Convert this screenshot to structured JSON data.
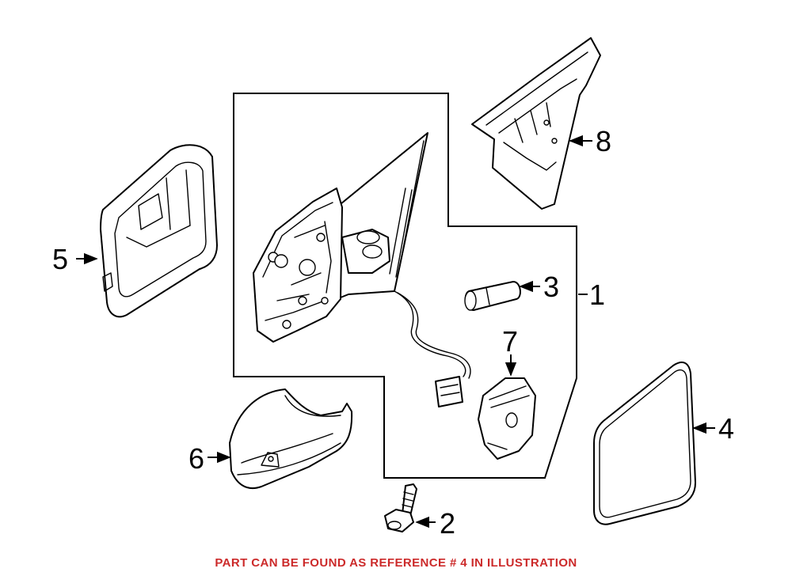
{
  "diagram": {
    "callouts": [
      {
        "id": "1",
        "label": "1"
      },
      {
        "id": "2",
        "label": "2"
      },
      {
        "id": "3",
        "label": "3"
      },
      {
        "id": "4",
        "label": "4"
      },
      {
        "id": "5",
        "label": "5"
      },
      {
        "id": "6",
        "label": "6"
      },
      {
        "id": "7",
        "label": "7"
      },
      {
        "id": "8",
        "label": "8"
      }
    ]
  },
  "footer": {
    "note": "PART CAN BE FOUND AS REFERENCE # 4 IN ILLUSTRATION",
    "note_color": "#cc2a2a"
  }
}
